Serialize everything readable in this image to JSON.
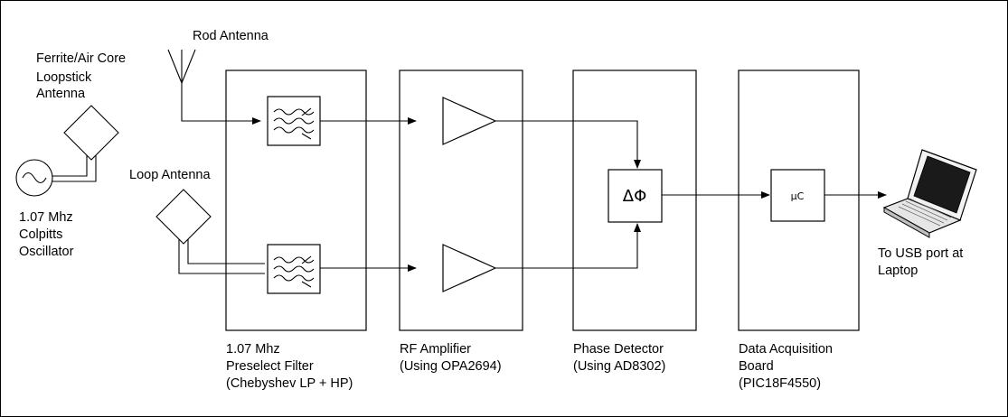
{
  "diagram": {
    "antennas": {
      "rod": "Rod Antenna",
      "ferrite": [
        "Ferrite/Air Core",
        "Loopstick",
        "Antenna"
      ],
      "loop": "Loop Antenna"
    },
    "oscillator": [
      "1.07 Mhz",
      "Colpitts",
      "Oscillator"
    ],
    "blocks": [
      {
        "lines": [
          "1.07 Mhz",
          "Preselect Filter",
          "(Chebyshev LP + HP)"
        ]
      },
      {
        "lines": [
          "RF Amplifier",
          "(Using OPA2694)"
        ]
      },
      {
        "lines": [
          "Phase Detector",
          "(Using AD8302)"
        ]
      },
      {
        "lines": [
          "Data Acquisition",
          "Board",
          "(PIC18F4550)"
        ]
      }
    ],
    "phase_symbol": "ΔΦ",
    "micro_symbol": "µC",
    "laptop": [
      "To USB port at",
      "Laptop"
    ]
  }
}
